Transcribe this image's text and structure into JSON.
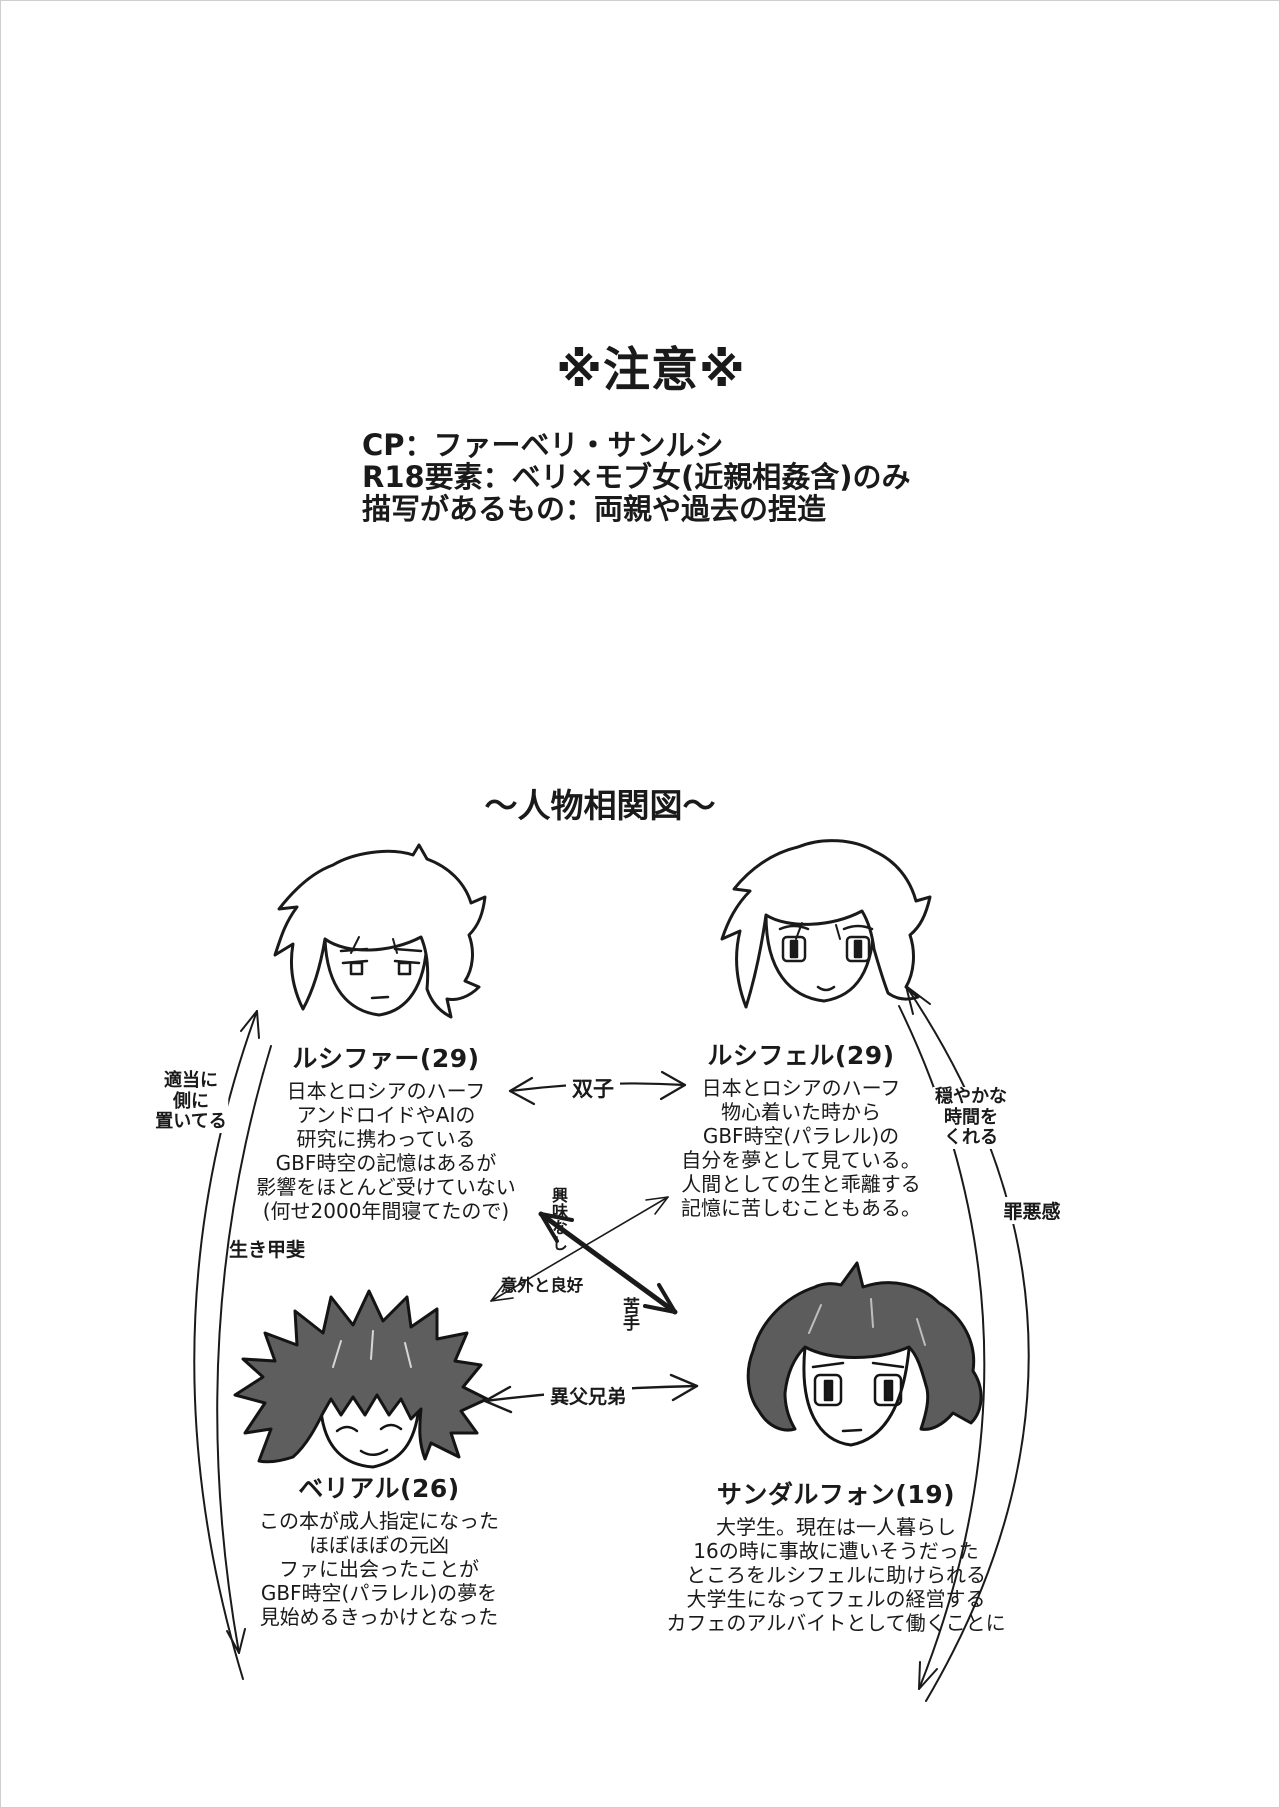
{
  "header": {
    "caution_title": "※注意※",
    "info_lines": [
      "CP：ファーベリ・サンルシ",
      "R18要素：ベリ×モブ女(近親相姦含)のみ",
      "描写があるもの：両親や過去の捏造"
    ]
  },
  "diagram": {
    "title": "～人物相関図～",
    "characters": {
      "lucifer": {
        "name": "ルシファー(29)",
        "desc": [
          "日本とロシアのハーフ",
          "アンドロイドやAIの",
          "研究に携わっている",
          "GBF時空の記憶はあるが",
          "影響をほとんど受けていない",
          "(何せ2000年間寝てたので)"
        ]
      },
      "lucifel": {
        "name": "ルシフェル(29)",
        "desc": [
          "日本とロシアのハーフ",
          "物心着いた時から",
          "GBF時空(パラレル)の",
          "自分を夢として見ている。",
          "人間としての生と乖離する",
          "記憶に苦しむこともある。"
        ]
      },
      "belial": {
        "name": "ベリアル(26)",
        "desc": [
          "この本が成人指定になった",
          "ほぼほぼの元凶",
          "ファに出会ったことが",
          "GBF時空(パラレル)の夢を",
          "見始めるきっかけとなった"
        ]
      },
      "sandalphon": {
        "name": "サンダルフォン(19)",
        "desc": [
          "大学生。現在は一人暮らし",
          "16の時に事故に遭いそうだった",
          "ところをルシフェルに助けられる",
          "大学生になってフェルの経営する",
          "カフェのアルバイトとして働くことに"
        ]
      }
    },
    "relations": {
      "twins": "双子",
      "keep_aside_lines": [
        "適当に",
        "側に",
        "置いてる"
      ],
      "ikigai": "生き甲斐",
      "calm_time_lines": [
        "穏やかな",
        "時間を",
        "くれる"
      ],
      "guilt": "罪悪感",
      "no_interest": "興味なし",
      "surprisingly_good": "意外と良好",
      "bad_at": "苦手",
      "half_brothers": "異父兄弟"
    }
  },
  "colors": {
    "ink": "#1a1a1a",
    "paper": "#ffffff",
    "dark_hair": "#5e5e5e",
    "border": "#cfcfcf"
  }
}
